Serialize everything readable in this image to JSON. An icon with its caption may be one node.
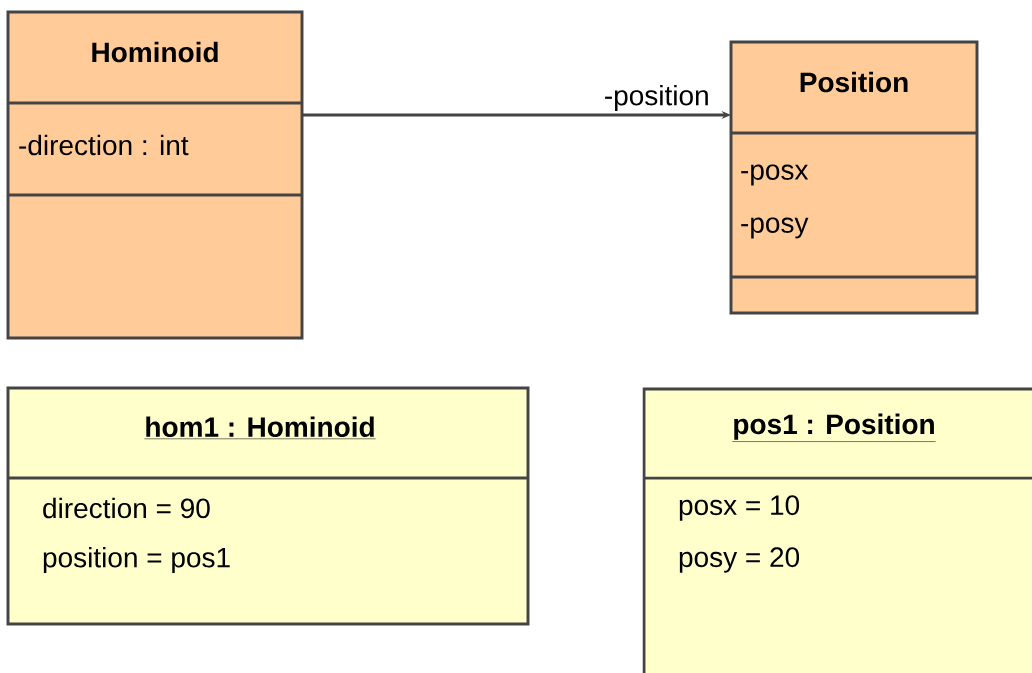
{
  "diagram": {
    "nodes": [
      {
        "text": [
          "Hominoid",
          "-direction : int"
        ]
      },
      {
        "text": [
          "Position",
          "-posx",
          "-posy"
        ]
      },
      {
        "text": [
          "hom1 : Hominoid",
          "direction = 90",
          "position = pos1"
        ]
      },
      {
        "text": [
          "pos1 : Position",
          "posx = 10",
          "posy = 20"
        ]
      }
    ],
    "edges": [
      {
        "from": 0,
        "to": 1,
        "arrow": "to",
        "label": "-position"
      }
    ]
  }
}
